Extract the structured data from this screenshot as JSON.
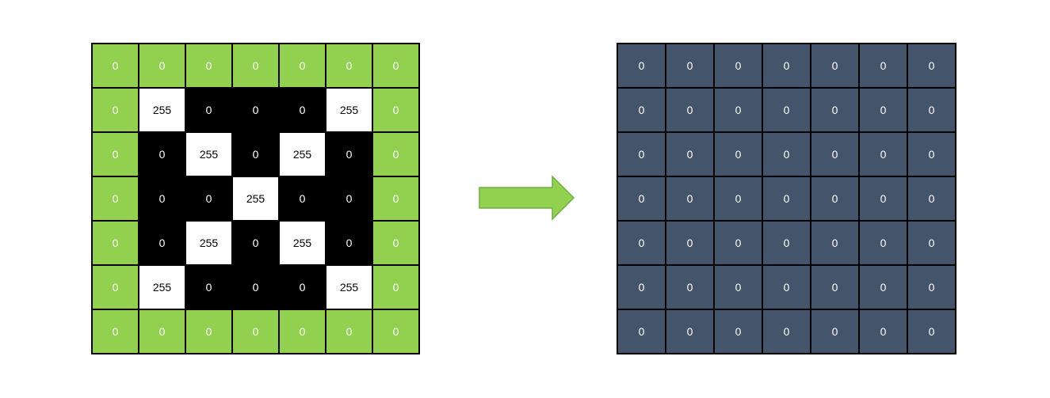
{
  "colors": {
    "border": "#000000",
    "green": "#92d050",
    "black": "#000000",
    "white": "#ffffff",
    "slate": "#44546a",
    "arrow_fill": "#92d050",
    "arrow_stroke": "#70ad47",
    "text_on_dark": "#ffffff",
    "text_on_white": "#000000",
    "text_on_green": "#ffffff"
  },
  "icons": {
    "arrow": "right-arrow-icon"
  },
  "left_grid": {
    "rows": [
      [
        "0",
        "0",
        "0",
        "0",
        "0",
        "0",
        "0"
      ],
      [
        "0",
        "255",
        "0",
        "0",
        "0",
        "255",
        "0"
      ],
      [
        "0",
        "0",
        "255",
        "0",
        "255",
        "0",
        "0"
      ],
      [
        "0",
        "0",
        "0",
        "255",
        "0",
        "0",
        "0"
      ],
      [
        "0",
        "0",
        "255",
        "0",
        "255",
        "0",
        "0"
      ],
      [
        "0",
        "255",
        "0",
        "0",
        "0",
        "255",
        "0"
      ],
      [
        "0",
        "0",
        "0",
        "0",
        "0",
        "0",
        "0"
      ]
    ]
  },
  "right_grid": {
    "rows": [
      [
        "0",
        "0",
        "0",
        "0",
        "0",
        "0",
        "0"
      ],
      [
        "0",
        "0",
        "0",
        "0",
        "0",
        "0",
        "0"
      ],
      [
        "0",
        "0",
        "0",
        "0",
        "0",
        "0",
        "0"
      ],
      [
        "0",
        "0",
        "0",
        "0",
        "0",
        "0",
        "0"
      ],
      [
        "0",
        "0",
        "0",
        "0",
        "0",
        "0",
        "0"
      ],
      [
        "0",
        "0",
        "0",
        "0",
        "0",
        "0",
        "0"
      ],
      [
        "0",
        "0",
        "0",
        "0",
        "0",
        "0",
        "0"
      ]
    ]
  }
}
